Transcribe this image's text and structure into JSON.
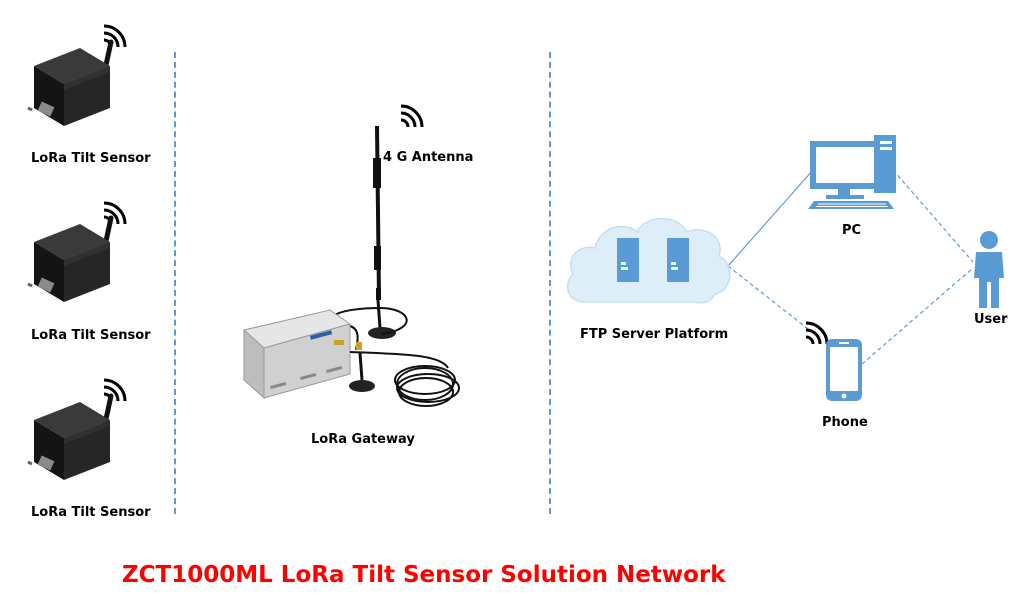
{
  "title": "ZCT1000ML LoRa Tilt Sensor Solution Network",
  "colors": {
    "title": "#ff0000",
    "divider": "#5b9bd5",
    "icon_blue": "#5b9bd5",
    "cloud": "#ddeef8"
  },
  "sensors": [
    {
      "label": "LoRa Tilt Sensor",
      "icon": "lora-tilt-sensor-device"
    },
    {
      "label": "LoRa Tilt Sensor",
      "icon": "lora-tilt-sensor-device"
    },
    {
      "label": "LoRa Tilt Sensor",
      "icon": "lora-tilt-sensor-device"
    }
  ],
  "gateway": {
    "label": "LoRa Gateway",
    "antenna_label": "4 G Antenna"
  },
  "cloud": {
    "label": "FTP Server Platform"
  },
  "pc": {
    "label": "PC"
  },
  "phone": {
    "label": "Phone"
  },
  "user": {
    "label": "User"
  }
}
